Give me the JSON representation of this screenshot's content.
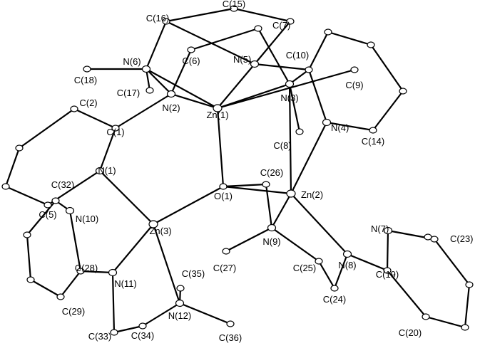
{
  "labels": {
    "Zn1": "Zn(1)",
    "Zn2": "Zn(2)",
    "Zn3": "Zn(3)",
    "O1": "O(1)",
    "N1": "N(1)",
    "N2": "N(2)",
    "N3": "N(3)",
    "N4": "N(4)",
    "N5": "N(5)",
    "N6": "N(6)",
    "N7": "N(7)",
    "N8": "N(8)",
    "N9": "N(9)",
    "N10": "N(10)",
    "N11": "N(11)",
    "N12": "N(12)",
    "C1": "C(1)",
    "C2": "C(2)",
    "C5": "C(5)",
    "C6": "C(6)",
    "C7": "C(7)",
    "C8": "C(8)",
    "C9": "C(9)",
    "C10": "C(10)",
    "C14": "C(14)",
    "C15": "C(15)",
    "C16": "C(16)",
    "C17": "C(17)",
    "C18": "C(18)",
    "C19": "C(19)",
    "C20": "C(20)",
    "C23": "C(23)",
    "C24": "C(24)",
    "C25": "C(25)",
    "C26": "C(26)",
    "C27": "C(27)",
    "C28": "C(28)",
    "C29": "C(29)",
    "C32": "C(32)",
    "C33": "C(33)",
    "C34": "C(34)",
    "C35": "C(35)",
    "C36": "C(36)"
  }
}
